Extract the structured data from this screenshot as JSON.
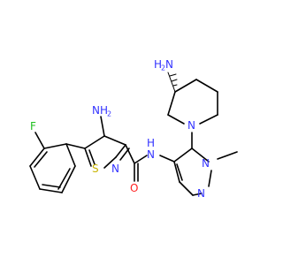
{
  "molecule": {
    "atoms": {
      "nh2_side": "NH",
      "nh2_side_sub": "2",
      "h2n_top": "H",
      "h2n_top_sub": "2",
      "h2n_top_n": "N",
      "n_pip": "N",
      "n_amide": "N",
      "h_amide": "H",
      "s_thz": "S",
      "n_thz": "N",
      "o_carb": "O",
      "f": "F",
      "n_pyr1": "N",
      "n_pyr2": "N"
    },
    "colors": {
      "bond": "#000000",
      "nitrogen": "#3333ff",
      "oxygen": "#ff2020",
      "sulfur": "#c8b400",
      "fluorine": "#20c020",
      "wedge": "#000000"
    }
  }
}
